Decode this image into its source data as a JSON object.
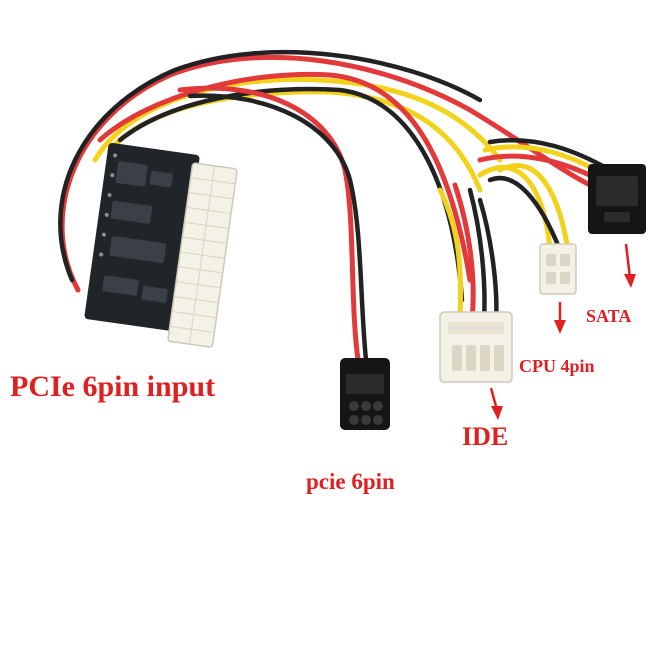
{
  "labels": {
    "main_input": "PCIe 6pin input",
    "pcie_connector": "pcie 6pin",
    "ide_connector": "IDE",
    "cpu_connector": "CPU 4pin",
    "sata_connector": "SATA"
  },
  "colors": {
    "label_text": "#e02020",
    "arrow": "#e02020",
    "wire_red": "#e23a3a",
    "wire_yellow": "#f2d21a",
    "wire_black": "#222222",
    "board_pcb": "#1f2528",
    "connector_white": "#f4f1e6",
    "connector_black": "#151515"
  }
}
